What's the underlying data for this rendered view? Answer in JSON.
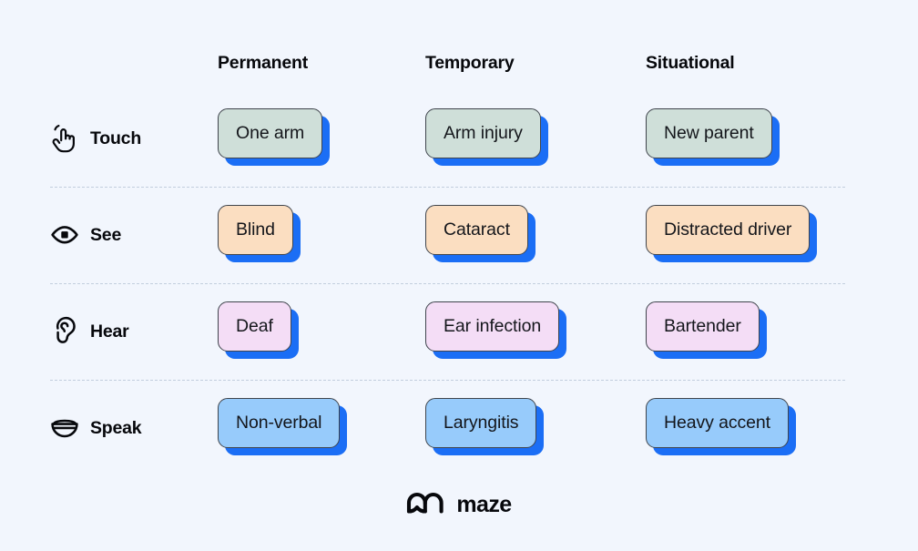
{
  "background_color": "#f2f6fd",
  "accent_shadow_color": "#1b6ef5",
  "columns": [
    {
      "label": "Permanent"
    },
    {
      "label": "Temporary"
    },
    {
      "label": "Situational"
    }
  ],
  "rows": [
    {
      "label": "Touch",
      "icon": "tap-hand-icon",
      "card_color": "#cfdfd9",
      "cards": [
        "One arm",
        "Arm injury",
        "New parent"
      ]
    },
    {
      "label": "See",
      "icon": "eye-icon",
      "card_color": "#fbdec1",
      "cards": [
        "Blind",
        "Cataract",
        "Distracted driver"
      ]
    },
    {
      "label": "Hear",
      "icon": "ear-icon",
      "card_color": "#f4ddf6",
      "cards": [
        "Deaf",
        "Ear infection",
        "Bartender"
      ]
    },
    {
      "label": "Speak",
      "icon": "mouth-icon",
      "card_color": "#97cbfb",
      "cards": [
        "Non-verbal",
        "Laryngitis",
        "Heavy accent"
      ]
    }
  ],
  "footer": {
    "logo_mark": "maze-logo-icon",
    "logo_text": "maze"
  }
}
